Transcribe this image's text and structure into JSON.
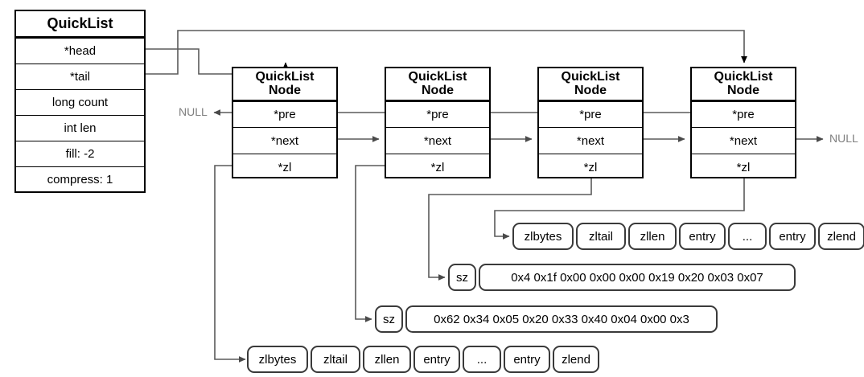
{
  "diagram": {
    "title": "Redis QuickList structure diagram",
    "colors": {
      "stroke": "#000000",
      "wire": "#5a5a5a",
      "pill_border": "#3a3a3a",
      "null_text": "#7f7f7f",
      "background": "#ffffff"
    }
  },
  "quicklist": {
    "title": "QuickList",
    "fields": [
      {
        "label": "*head"
      },
      {
        "label": "*tail"
      },
      {
        "label": "long count"
      },
      {
        "label": "int len"
      },
      {
        "label": "fill: -2"
      },
      {
        "label": "compress: 1"
      }
    ]
  },
  "nodes": [
    {
      "title_line1": "QuickList",
      "title_line2": "Node",
      "fields": [
        {
          "label": "*pre"
        },
        {
          "label": "*next"
        },
        {
          "label": "*zl"
        }
      ]
    },
    {
      "title_line1": "QuickList",
      "title_line2": "Node",
      "fields": [
        {
          "label": "*pre"
        },
        {
          "label": "*next"
        },
        {
          "label": "*zl"
        }
      ]
    },
    {
      "title_line1": "QuickList",
      "title_line2": "Node",
      "fields": [
        {
          "label": "*pre"
        },
        {
          "label": "*next"
        },
        {
          "label": "*zl"
        }
      ]
    },
    {
      "title_line1": "QuickList",
      "title_line2": "Node",
      "fields": [
        {
          "label": "*pre"
        },
        {
          "label": "*next"
        },
        {
          "label": "*zl"
        }
      ]
    }
  ],
  "null_labels": {
    "left": "NULL",
    "right": "NULL"
  },
  "ziplists": [
    {
      "id": "ziplist-top",
      "cells": [
        "zlbytes",
        "zltail",
        "zllen",
        "entry",
        "...",
        "entry",
        "zlend"
      ]
    },
    {
      "id": "ziplist-bottom",
      "cells": [
        "zlbytes",
        "zltail",
        "zllen",
        "entry",
        "...",
        "entry",
        "zlend"
      ]
    }
  ],
  "compressed": [
    {
      "id": "sz-upper",
      "size_label": "sz",
      "bytes": "0x4 0x1f 0x00 0x00 0x00 0x19 0x20 0x03 0x07"
    },
    {
      "id": "sz-lower",
      "size_label": "sz",
      "bytes": "0x62 0x34 0x05 0x20 0x33 0x40 0x04 0x00 0x3"
    }
  ]
}
